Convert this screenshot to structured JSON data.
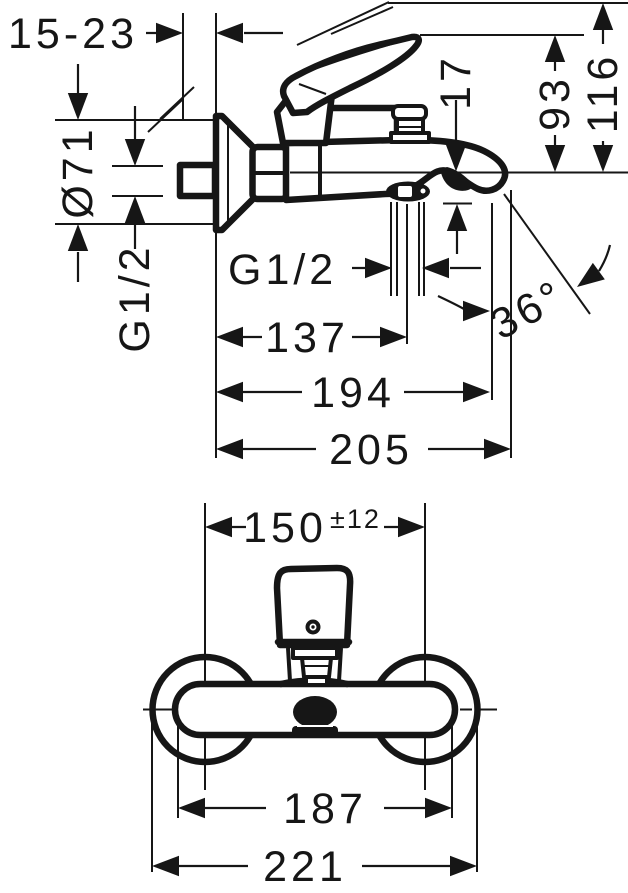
{
  "drawing": {
    "side_view": {
      "wall_clearance": "15-23",
      "escutcheon_diameter": "Ø71",
      "supply_thread": "G1/2",
      "shower_outlet_thread": "G1/2",
      "outlet_drop": "17",
      "spout_height": "93",
      "overall_height": "116",
      "spout_angle": "36°",
      "diverter_center_reach": "137",
      "spout_outlet_reach": "194",
      "overall_reach": "205"
    },
    "front_view": {
      "connection_distance": "150",
      "connection_tolerance": "±12",
      "body_width": "187",
      "overall_width": "221"
    }
  }
}
